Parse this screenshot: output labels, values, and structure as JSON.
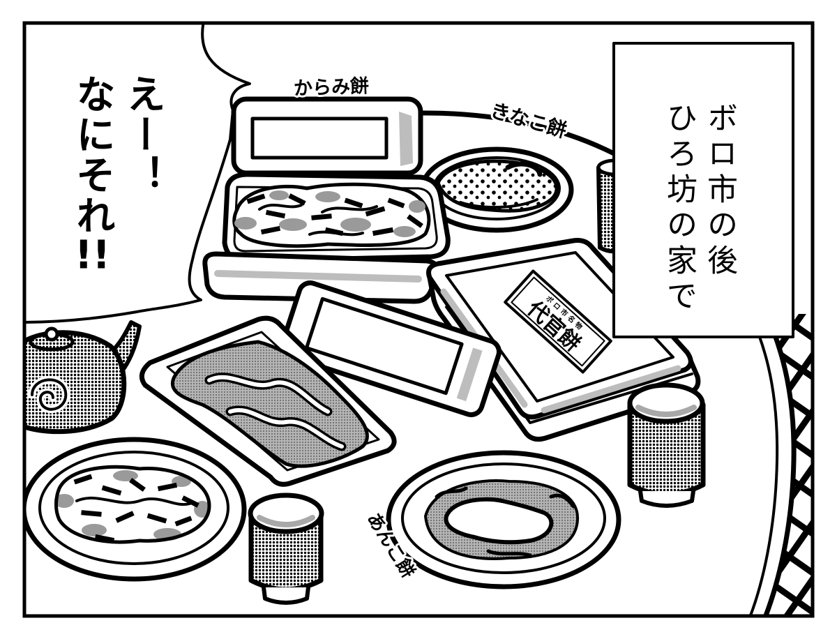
{
  "narration": {
    "lines": [
      "ボロ市の後",
      "ひろ坊の家で"
    ]
  },
  "speech": {
    "lines": [
      "えー！",
      "なにそれ!!"
    ]
  },
  "labels": {
    "karami": "からみ餅",
    "kinako": "きなこ餅",
    "anko": "あんこ餅"
  },
  "box_label": {
    "subtitle": "ボロ市名物",
    "title": "代官餅"
  },
  "colors": {
    "ink": "#000000",
    "paper": "#ffffff",
    "screentone": "#b5b5b5"
  }
}
